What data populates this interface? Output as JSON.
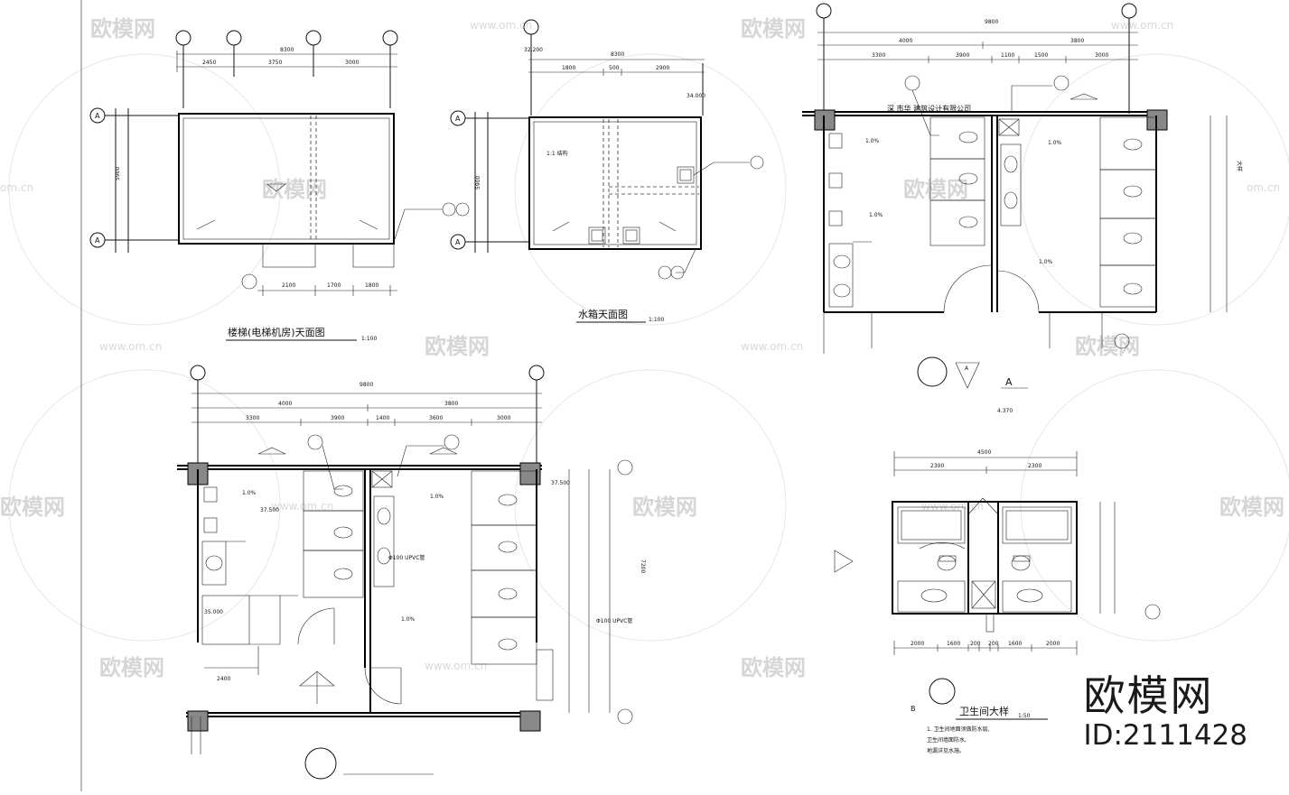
{
  "watermark": {
    "brand": "欧模网",
    "url": "www.om.cn",
    "url_short": "om.cn"
  },
  "brand_badge": {
    "name": "欧模网",
    "id": "ID:2111428"
  },
  "drawings": {
    "roof_plan_1": {
      "title": "楼梯(电梯机房)天面图",
      "scale": "1:100",
      "axis_left": "A",
      "overall_dim": "8300",
      "segment_dims": [
        "2450",
        "3750",
        "3000"
      ],
      "bottom_dims": [
        "2100",
        "1700",
        "1800"
      ],
      "vertical_dim": "5900"
    },
    "roof_plan_2": {
      "title": "水箱天面图",
      "scale": "1:100",
      "axis_left": "A",
      "overall_dim": "8300",
      "segment_dims": [
        "1800",
        "500",
        "2900"
      ],
      "elevation_top": "32.200",
      "elevation_right": "34.000",
      "note": "1:1 结构",
      "vertical_dim": "5900"
    },
    "toilet_plan_upper": {
      "overall_dim": "9800",
      "company_text": "深 市华 建筑设计有限公司",
      "segment_dims": [
        "4000",
        "3800"
      ],
      "sub_dims": [
        "3300",
        "3900",
        "1100",
        "1500",
        "3000"
      ],
      "side_label": "大样",
      "section_marks": [
        "A",
        "A"
      ],
      "slope": "1.0%"
    },
    "toilet_plan_lower": {
      "overall_dim": "9800",
      "segment_dims": [
        "4000",
        "3800"
      ],
      "sub_dims": [
        "3300",
        "3900",
        "1400",
        "3600",
        "3000"
      ],
      "elevation": "37.500",
      "elevation_2": "35.000",
      "note_pipe": "Φ100 UPVC管",
      "note_pipe_2": "Φ100 UPVC管",
      "slope": "1.0%",
      "room_dim": "2400",
      "side_dim": "7200"
    },
    "bathroom_detail": {
      "title": "卫生间大样",
      "scale": "1:50",
      "overall_dim": "4500",
      "segment_dims": [
        "2300",
        "2300"
      ],
      "bottom_dims": [
        "2000",
        "1600",
        "200",
        "200",
        "1600",
        "2000"
      ],
      "notes": [
        "1. 卫生间地面须做防水层,",
        "卫生间墙面防水,",
        "地漏详见水施。"
      ],
      "section_mark": "B",
      "section_mark_2": "A",
      "elevation": "4.370"
    }
  }
}
